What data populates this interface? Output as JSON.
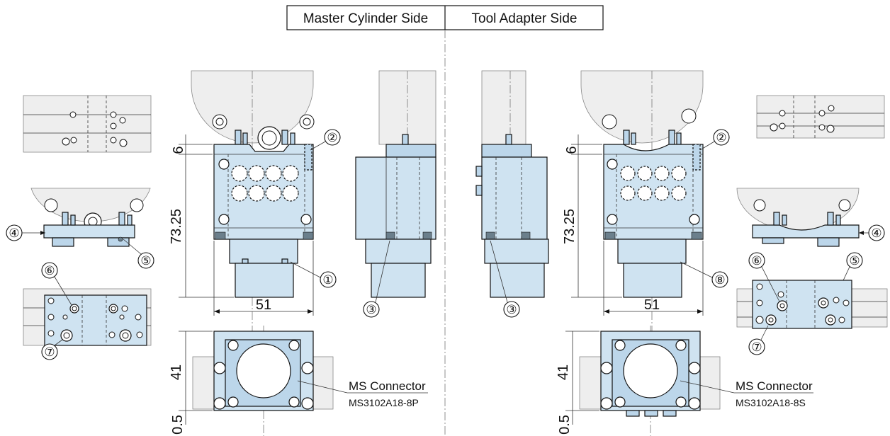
{
  "header": {
    "master_label": "Master Cylinder Side",
    "tool_label": "Tool Adapter Side"
  },
  "dimensions": {
    "top_offset": "6",
    "height": "73.25",
    "width": "51",
    "depth": "41",
    "bottom_offset": "0.5"
  },
  "callouts": {
    "c1": "①",
    "c2": "②",
    "c3": "③",
    "c4": "④",
    "c5": "⑤",
    "c6": "⑥",
    "c7": "⑦",
    "c8": "⑧"
  },
  "connectors": {
    "master_title": "MS Connector",
    "master_part": "MS3102A18-8P",
    "tool_title": "MS Connector",
    "tool_part": "MS3102A18-8S"
  }
}
